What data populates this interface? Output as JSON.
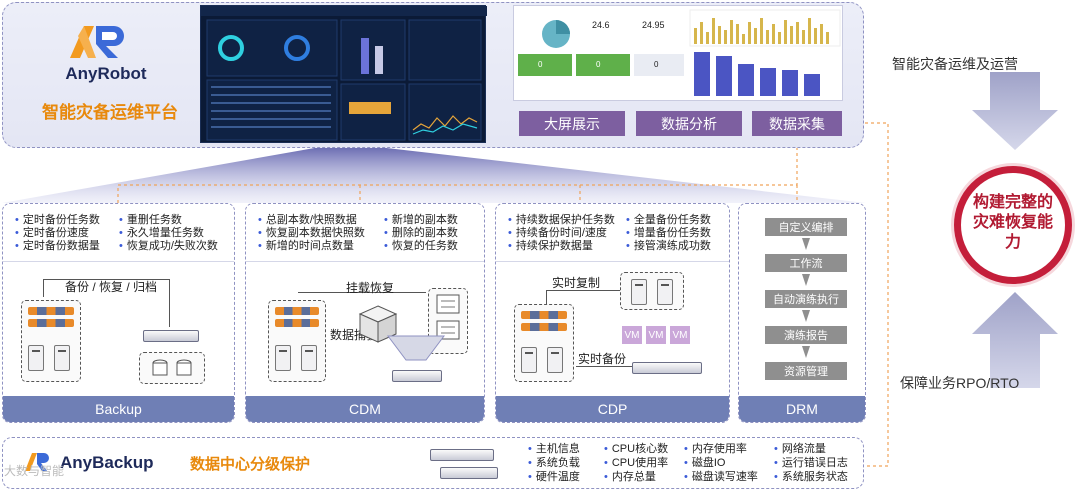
{
  "platform": {
    "logo_text": "AnyRobot",
    "name": "智能灾备运维平台",
    "flow_buttons": [
      "大屏展示",
      "数据分析",
      "数据采集"
    ],
    "analytics_values": [
      "24.6",
      "24.95",
      "0",
      "0",
      "0"
    ]
  },
  "right": {
    "top_label": "智能灾备运维及运营",
    "goal": "构建完整的灾难恢复能力",
    "bottom_label": "保障业务RPO/RTO"
  },
  "modules": {
    "backup": {
      "metrics_left": [
        "定时备份任务数",
        "定时备份速度",
        "定时备份数据量"
      ],
      "metrics_right": [
        "重删任务数",
        "永久增量任务数",
        "恢复成功/失败次数"
      ],
      "flow": "备份 / 恢复 / 归档",
      "title": "Backup"
    },
    "cdm": {
      "metrics_left": [
        "总副本数/快照数据",
        "恢复副本数据快照数",
        "新增的时间点数量"
      ],
      "metrics_right": [
        "新增的副本数",
        "删除的副本数",
        "恢复的任务数"
      ],
      "flow_mount": "挂载恢复",
      "flow_capture": "数据捕获",
      "title": "CDM"
    },
    "cdp": {
      "metrics_left": [
        "持续数据保护任务数",
        "持续备份时间/速度",
        "持续保护数据量"
      ],
      "metrics_right": [
        "全量备份任务数",
        "增量备份任务数",
        "接管演练成功数"
      ],
      "flow_replicate": "实时复制",
      "flow_backup": "实时备份",
      "vms": [
        "VM",
        "VM",
        "VM"
      ],
      "title": "CDP"
    },
    "drm": {
      "steps": [
        "自定义编排",
        "工作流",
        "自动演练执行",
        "演练报告",
        "资源管理"
      ],
      "title": "DRM"
    }
  },
  "bottom": {
    "brand": "AnyBackup",
    "slogan": "数据中心分级保护",
    "col1": [
      "主机信息",
      "系统负载",
      "硬件温度"
    ],
    "col2": [
      "CPU核心数",
      "CPU使用率",
      "内存总量"
    ],
    "col3": [
      "内存使用率",
      "磁盘IO",
      "磁盘读写速率"
    ],
    "col4": [
      "网络流量",
      "运行错误日志",
      "系统服务状态"
    ]
  },
  "watermark": "大数与智能"
}
